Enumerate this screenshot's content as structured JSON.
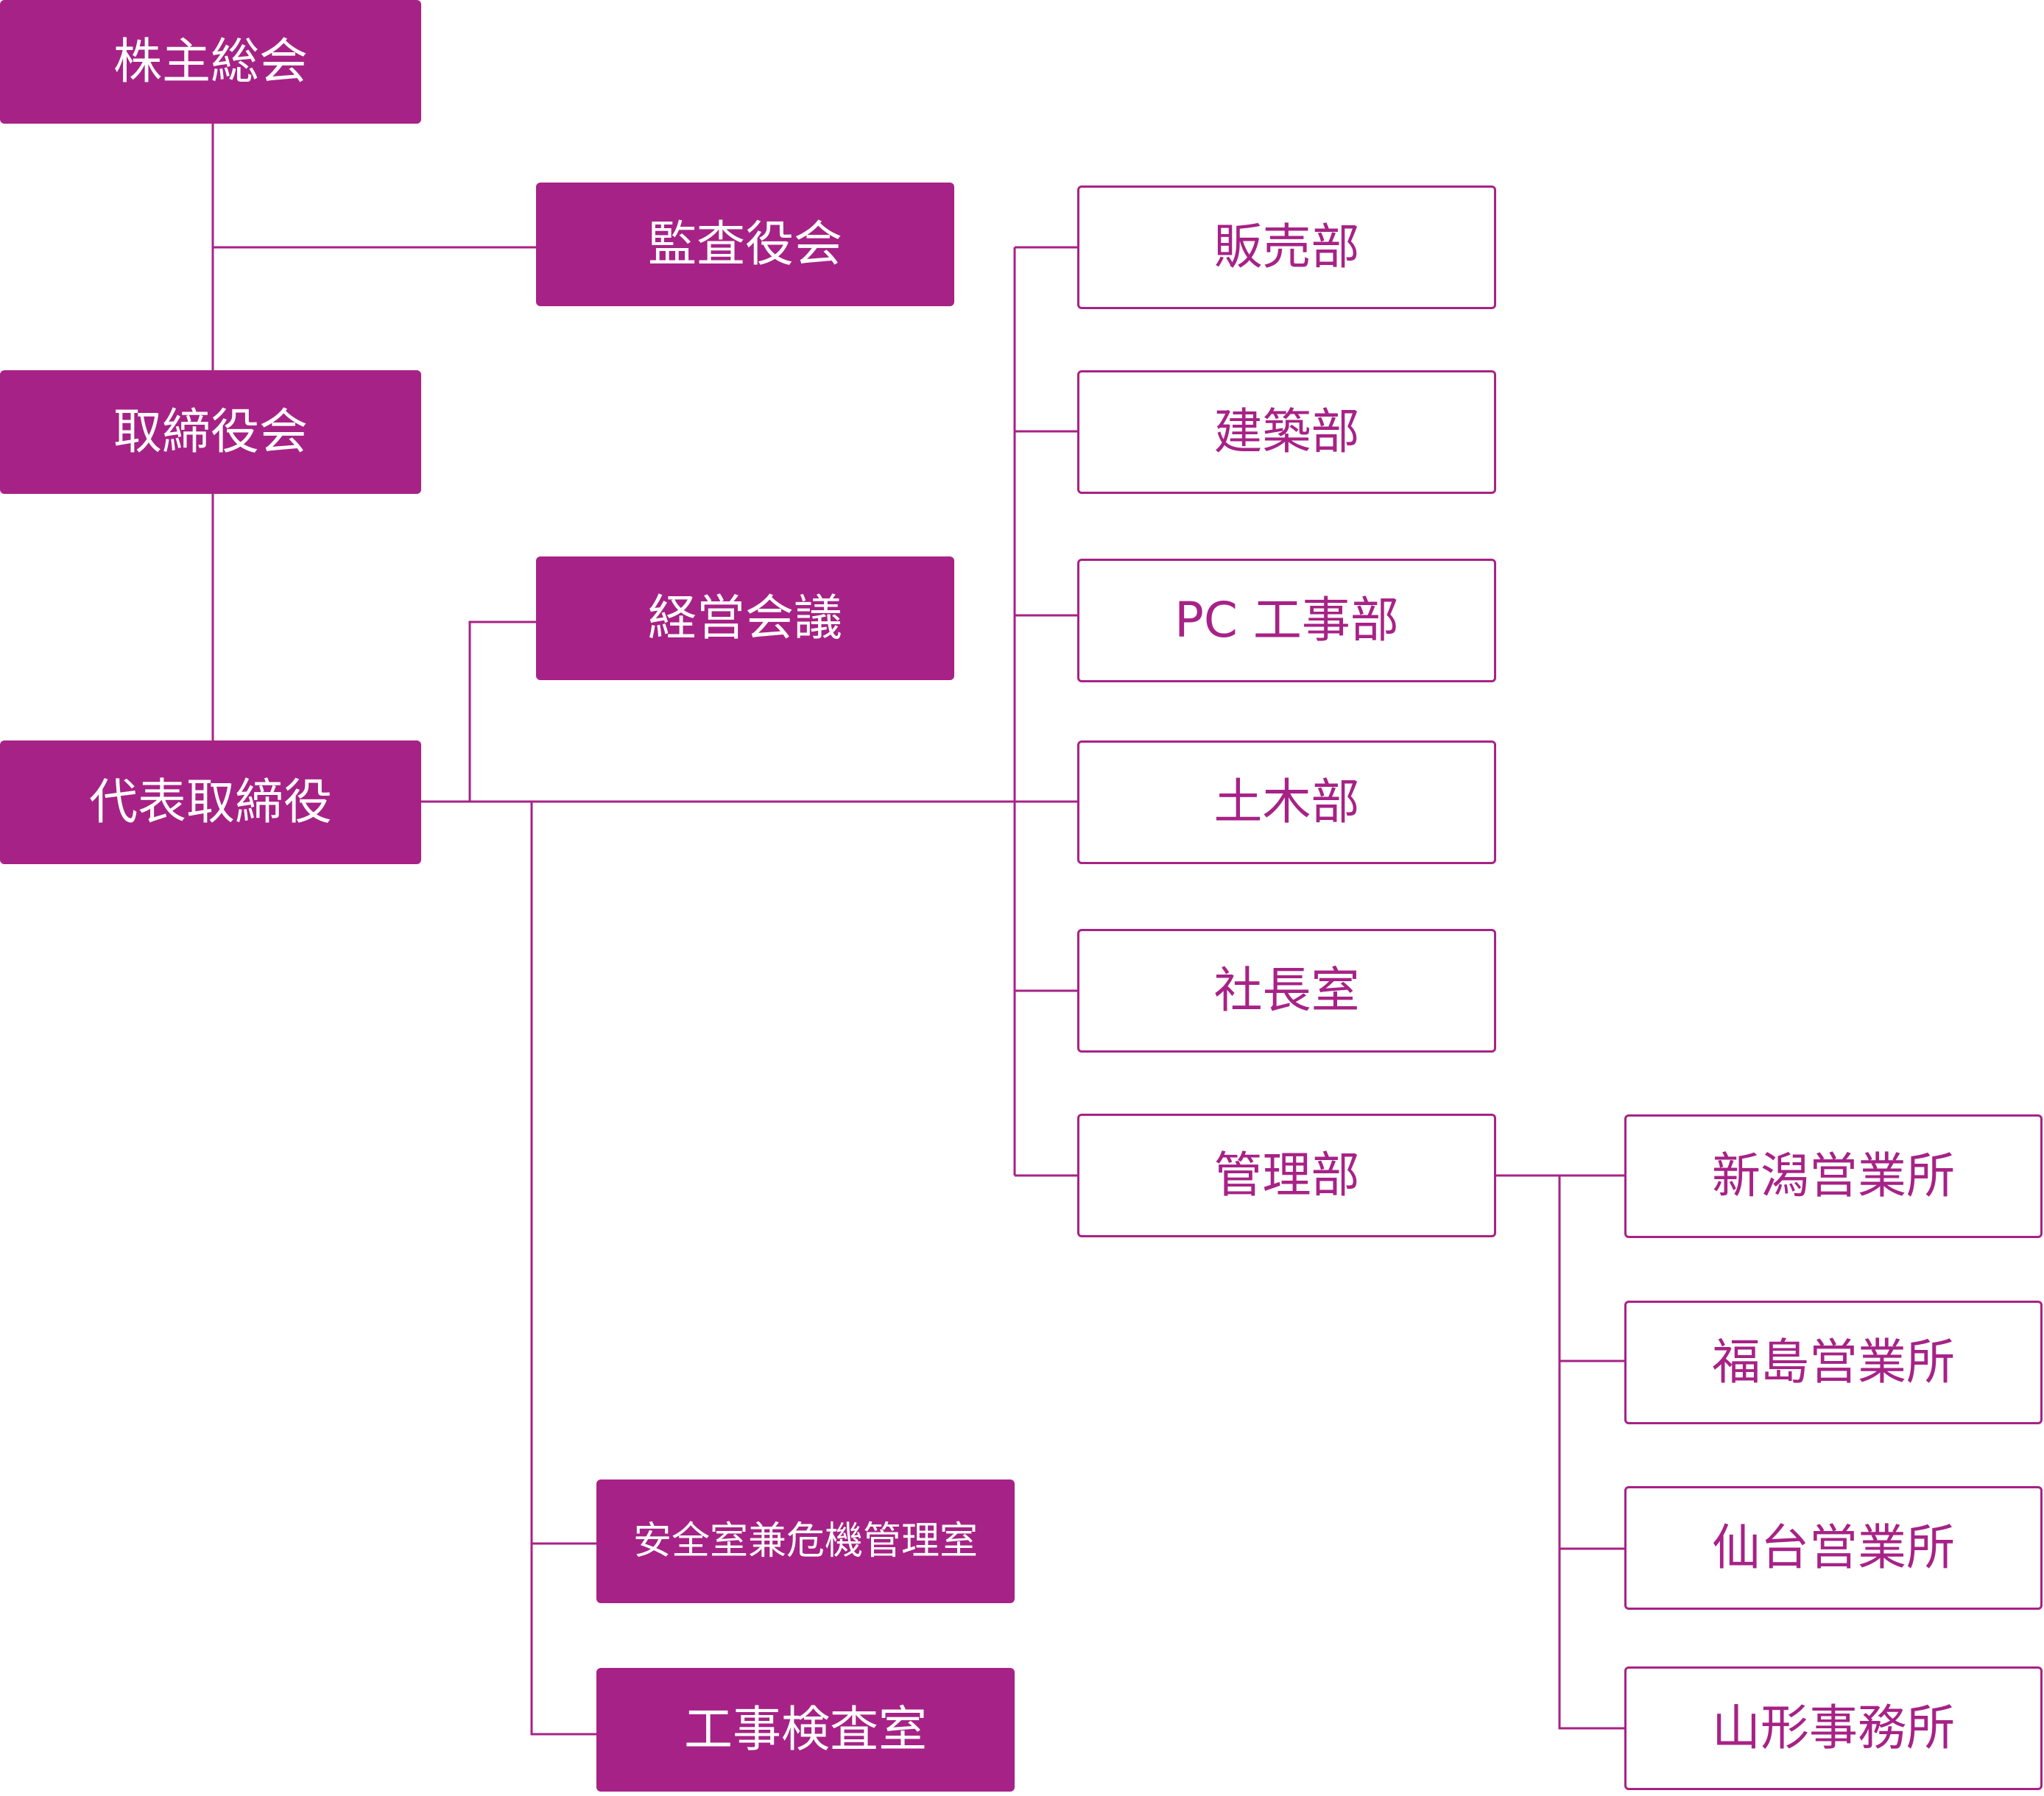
{
  "colors": {
    "accent": "#a72286",
    "background": "#ffffff"
  },
  "nodes": {
    "shareholders_meeting": "株主総会",
    "audit_board": "監査役会",
    "board_of_directors": "取締役会",
    "management_meeting": "経営会議",
    "representative_director": "代表取締役",
    "sales_dept": "販売部",
    "construction_dept": "建築部",
    "pc_construction_dept": "PC 工事部",
    "civil_engineering_dept": "土木部",
    "presidents_office": "社長室",
    "administration_dept": "管理部",
    "niigata_office": "新潟営業所",
    "fukushima_office": "福島営業所",
    "sendai_office": "仙台営業所",
    "yamagata_office": "山形事務所",
    "safety_crisis_office": "安全室兼危機管理室",
    "inspection_office": "工事検査室"
  }
}
